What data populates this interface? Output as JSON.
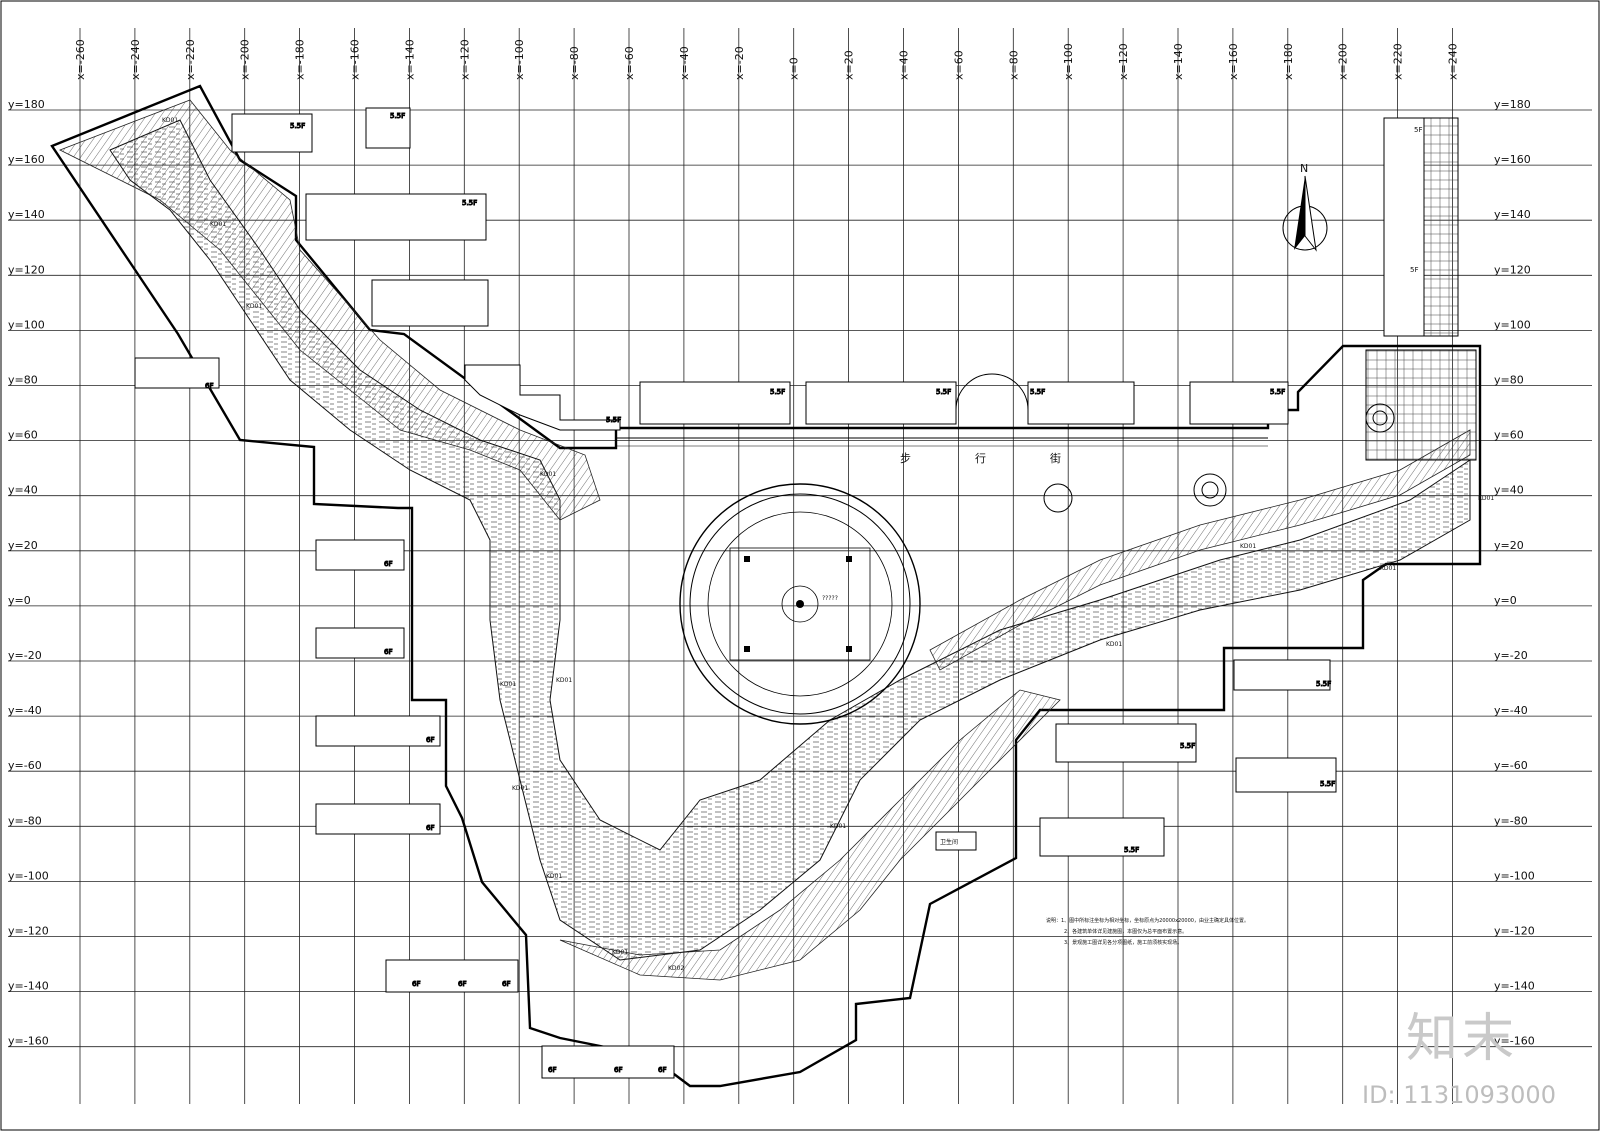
{
  "x_axis_labels": [
    "x=-260",
    "x=-240",
    "x=-220",
    "x=-200",
    "x=-180",
    "x=-160",
    "x=-140",
    "x=-120",
    "x=-100",
    "x=-80",
    "x=-60",
    "x=-40",
    "x=-20",
    "x=0",
    "x=20",
    "x=40",
    "x=60",
    "x=80",
    "x=100",
    "x=120",
    "x=140",
    "x=160",
    "x=180",
    "x=200",
    "x=220",
    "x=240"
  ],
  "y_axis_labels": [
    "y=180",
    "y=160",
    "y=140",
    "y=120",
    "y=100",
    "y=80",
    "y=60",
    "y=40",
    "y=20",
    "y=0",
    "y=-20",
    "y=-40",
    "y=-60",
    "y=-80",
    "y=-100",
    "y=-120",
    "y=-140",
    "y=-160"
  ],
  "buildings": {
    "top_cluster_a": "5.5F",
    "top_cluster_b": "5.5F",
    "top_cluster_c": "5.5F",
    "left_bldg": "6F",
    "diag_row": "5.5F",
    "row1": "5.5F",
    "row2": "5.5F",
    "row3": "5.5F",
    "row4": "5.5F",
    "right_tower_top": "5F",
    "right_tower_mid": "5F",
    "left_col": [
      "6F",
      "6F",
      "6F",
      "6F"
    ],
    "bottom_row_a": [
      "6F",
      "6F",
      "6F"
    ],
    "bottom_row_b": [
      "6F",
      "6F",
      "6F"
    ],
    "lower_right": [
      "5.5F",
      "5.5F",
      "5.5F",
      "5.5F"
    ]
  },
  "street_label": [
    "步",
    "行",
    "街"
  ],
  "toilet_label": "卫生间",
  "plaza_label": "?????",
  "north_label": "N",
  "codes": [
    "KD01",
    "KD01",
    "KD01",
    "KD01",
    "KD01",
    "KD01",
    "KD01",
    "KD01",
    "KD01",
    "KD01",
    "KD01",
    "KD01",
    "KD02",
    "KD01",
    "KD01"
  ],
  "notes": [
    "说明：1、图中所标注坐标为相对坐标，坐标原点为20000x20000，由业主确定具体位置。",
    "2、各建筑单体详见建施图，本图仅为总平面布置示意。",
    "3、景观施工图详见各分项图纸，施工前须核实现场。"
  ],
  "watermark_logo": "知末",
  "watermark_id": "ID: 1131093000",
  "colors": {
    "line": "#111111",
    "grid": "#222222",
    "watermark": "#c9c9c9"
  }
}
